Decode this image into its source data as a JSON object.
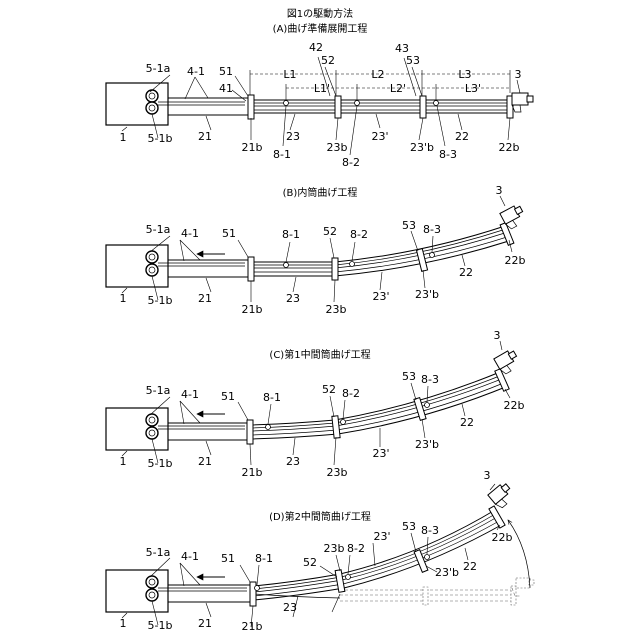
{
  "figure": {
    "title": "図1の駆動方法",
    "panels": [
      {
        "id": "A",
        "title": "(A)曲げ準備展開工程",
        "labels": {
          "n5_1a": "5-1a",
          "n5_1b": "5-1b",
          "n4_1": "4-1",
          "n1": "1",
          "n21": "21",
          "n21b": "21b",
          "n51": "51",
          "n41": "41",
          "n42": "42",
          "n52": "52",
          "n23": "23",
          "n23b": "23b",
          "n8_1": "8-1",
          "n8_2": "8-2",
          "n23p": "23'",
          "n23pb": "23'b",
          "n43": "43",
          "n53": "53",
          "n8_3": "8-3",
          "n22": "22",
          "n22b": "22b",
          "n3": "3",
          "L1": "L1",
          "L2": "L2",
          "L3": "L3",
          "L1p": "L1'",
          "L2p": "L2'",
          "L3p": "L3'"
        }
      },
      {
        "id": "B",
        "title": "(B)内筒曲げ工程",
        "labels": {
          "n5_1a": "5-1a",
          "n5_1b": "5-1b",
          "n4_1": "4-1",
          "n1": "1",
          "n21": "21",
          "n21b": "21b",
          "n51": "51",
          "n8_1": "8-1",
          "n52": "52",
          "n8_2": "8-2",
          "n23": "23",
          "n23b": "23b",
          "n23p": "23'",
          "n23pb": "23'b",
          "n53": "53",
          "n8_3": "8-3",
          "n22": "22",
          "n22b": "22b",
          "n3": "3"
        }
      },
      {
        "id": "C",
        "title": "(C)第1中間筒曲げ工程",
        "labels": {
          "n5_1a": "5-1a",
          "n5_1b": "5-1b",
          "n4_1": "4-1",
          "n1": "1",
          "n21": "21",
          "n21b": "21b",
          "n51": "51",
          "n8_1": "8-1",
          "n52": "52",
          "n8_2": "8-2",
          "n23": "23",
          "n23b": "23b",
          "n23p": "23'",
          "n23pb": "23'b",
          "n53": "53",
          "n8_3": "8-3",
          "n22": "22",
          "n22b": "22b",
          "n3": "3"
        }
      },
      {
        "id": "D",
        "title": "(D)第2中間筒曲げ工程",
        "labels": {
          "n5_1a": "5-1a",
          "n5_1b": "5-1b",
          "n4_1": "4-1",
          "n1": "1",
          "n21": "21",
          "n21b": "21b",
          "n51": "51",
          "n8_1": "8-1",
          "n52": "52",
          "n8_2": "8-2",
          "n23": "23",
          "n23b": "23b",
          "n23p": "23'",
          "n23pb": "23'b",
          "n53": "53",
          "n8_3": "8-3",
          "n22": "22",
          "n22b": "22b",
          "n3": "3"
        }
      }
    ]
  }
}
